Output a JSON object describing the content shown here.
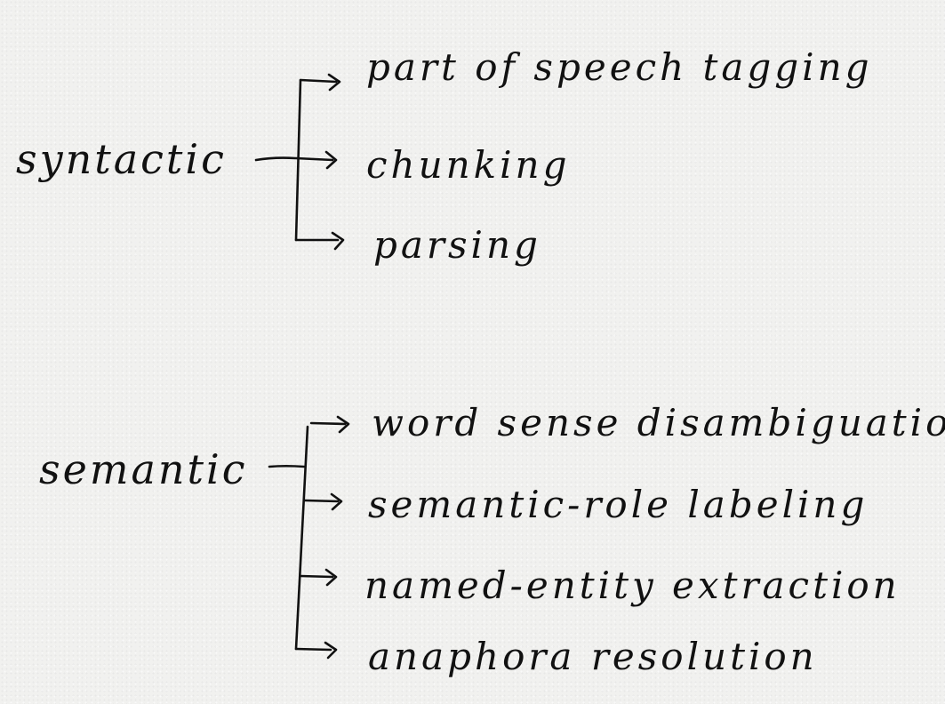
{
  "ink_color": "#111111",
  "paper_color": "#f1f1ef",
  "groups": [
    {
      "category": "syntactic",
      "tasks": [
        "part of speech tagging",
        "chunking",
        "parsing"
      ]
    },
    {
      "category": "semantic",
      "tasks": [
        "word sense disambiguation",
        "semantic-role labeling",
        "named-entity extraction",
        "anaphora resolution"
      ]
    }
  ]
}
